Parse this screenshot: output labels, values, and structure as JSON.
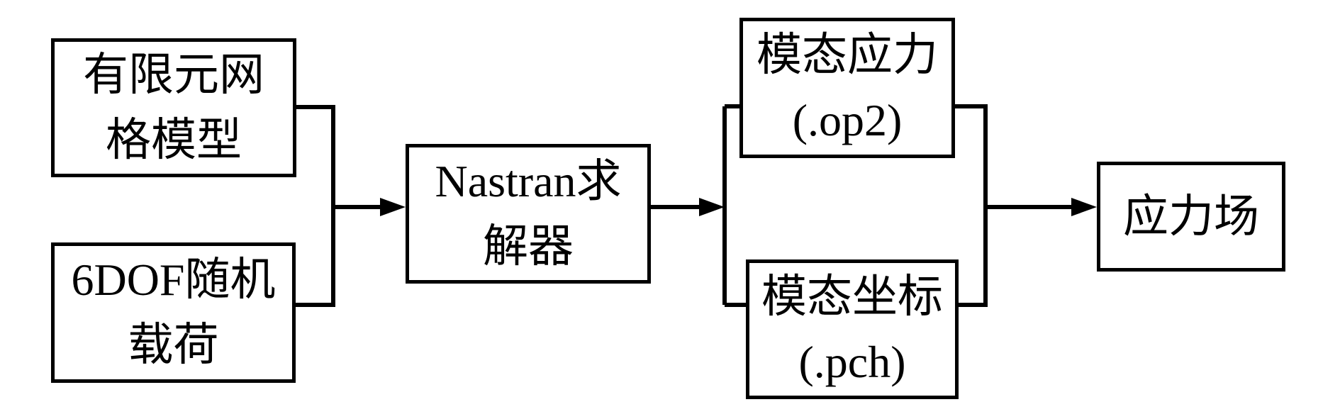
{
  "diagram": {
    "type": "flowchart",
    "colors": {
      "line": "#000000",
      "background": "#ffffff",
      "text": "#000000"
    },
    "nodes": {
      "fem_mesh": {
        "lines": [
          "有限元网",
          "格模型"
        ]
      },
      "random_load": {
        "lines": [
          "6DOF随机",
          "载荷"
        ]
      },
      "nastran_solver": {
        "lines": [
          "Nastran求",
          "解器"
        ]
      },
      "modal_stress": {
        "lines": [
          "模态应力",
          "(.op2)"
        ]
      },
      "modal_coordinates": {
        "lines": [
          "模态坐标",
          "(.pch)"
        ]
      },
      "stress_field": {
        "lines": [
          "应力场"
        ]
      }
    },
    "edges": [
      {
        "from": "fem_mesh",
        "to": "nastran_solver"
      },
      {
        "from": "random_load",
        "to": "nastran_solver"
      },
      {
        "from": "nastran_solver",
        "to": "modal_stress"
      },
      {
        "from": "nastran_solver",
        "to": "modal_coordinates"
      },
      {
        "from": "modal_stress",
        "to": "stress_field"
      },
      {
        "from": "modal_coordinates",
        "to": "stress_field"
      }
    ]
  }
}
